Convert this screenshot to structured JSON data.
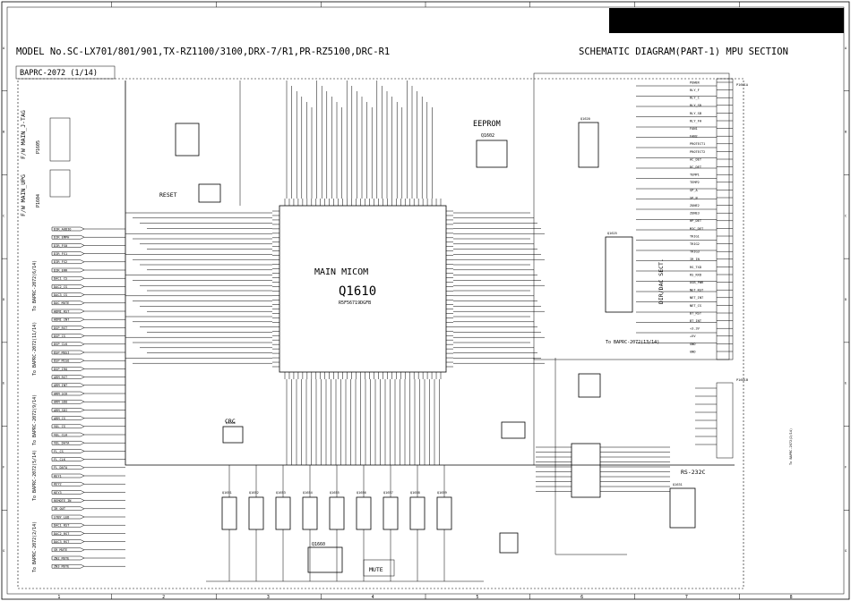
{
  "header": {
    "model": "MODEL No.SC-LX701/801/901,TX-RZ1100/3100,DRX-7/R1,PR-RZ5100,DRC-R1",
    "section": "SCHEMATIC DIAGRAM(PART-1) MPU SECTION",
    "sheet_label": "BAPRC-2072 (1/14)"
  },
  "grid": {
    "columns": [
      "1",
      "2",
      "3",
      "4",
      "5",
      "6",
      "7",
      "8"
    ],
    "rows": [
      "A",
      "B",
      "C",
      "D",
      "E",
      "F",
      "G"
    ]
  },
  "blocks": {
    "main_micom": "MAIN MICOM",
    "main_micom_ref": "Q1610",
    "main_micom_part": "R5F56719DGFB",
    "eeprom": "EEPROM",
    "eeprom_ref": "Q1602",
    "reset": "RESET",
    "crc": "CRC",
    "mute": "MUTE",
    "dir_dac_sect": "DIR/DAC SECT.",
    "rs232c": "RS-232C"
  },
  "connectors": {
    "fw_main_jtag": "F/W MAIN_J-TAG",
    "jtag_ref": "P1605",
    "fw_main_upg": "F/W MAIN_UPG",
    "upg_ref": "P1604",
    "to_baprc_6": "To BAPRC-2072(6/14)",
    "to_baprc_11": "To BAPRC-2072(11/14)",
    "to_baprc_9": "To BAPRC-2072(9/14)",
    "to_baprc_5": "To BAPRC-2072(5/14)",
    "to_baprc_2": "To BAPRC-2072(2/14)",
    "to_baprc_13": "To BAPRC-2072(13/14)",
    "to_baprc_2_right": "To BAPRC-2072(2/14)",
    "right_header_ref": "P1601A",
    "right_header_ref2": "P1601B"
  },
  "left_signals": [
    "DIR_AUDIO",
    "DIR_EMPH",
    "DIR_FS0",
    "DIR_FS1",
    "DIR_FS2",
    "DIR_ERR",
    "DAC1_CS",
    "DAC2_CS",
    "DAC3_CS",
    "DAC_MUTE",
    "HDMI_RST",
    "HDMI_INT",
    "DSP_RST",
    "DSP_CS",
    "DSP_CLK",
    "DSP_MOSI",
    "DSP_MISO",
    "DSP_IRQ",
    "ARM_RST",
    "ARM_INT",
    "ARM_SCK",
    "ARM_SDO",
    "ARM_SDI",
    "ARM_CS",
    "VOL_CS",
    "VOL_CLK",
    "VOL_DATA",
    "FL_CS",
    "FL_CLK",
    "FL_DATA",
    "KEY1",
    "KEY2",
    "KEY3",
    "REMOTE_IN",
    "IR_OUT",
    "STBY_LED",
    "DAC1_RST",
    "DAC2_RST",
    "DAC3_RST",
    "SR_MUTE",
    "ZN2_MUTE",
    "ZN3_MUTE"
  ],
  "right_pins": [
    "POWER",
    "RLY_F",
    "RLY_C",
    "RLY_SR",
    "RLY_SB",
    "RLY_FH",
    "FAN1",
    "FAN2",
    "PROTECT1",
    "PROTECT2",
    "AC_DET",
    "DC_DET",
    "TEMP1",
    "TEMP2",
    "SP_A",
    "SP_B",
    "ZONE2",
    "ZONE3",
    "HP_DET",
    "MIC_DET",
    "TRIG1",
    "TRIG2",
    "TRIG3",
    "IR_IN",
    "RS_TXD",
    "RS_RXD",
    "USB_PWR",
    "NET_RST",
    "NET_INT",
    "NET_CS",
    "BT_RST",
    "BT_INT",
    "+3.3V",
    "+5V",
    "GND",
    "GND"
  ],
  "bottom_ics": [
    "Q1651",
    "Q1652",
    "Q1653",
    "Q1654",
    "Q1655",
    "Q1656",
    "Q1657",
    "Q1658",
    "Q1659"
  ],
  "mute_ic": "Q1660",
  "crc_ic": "Q1606",
  "rs232_ic": "Q1631",
  "level_shift_ic": "Q1620",
  "dir_buffer_ic": "Q1625",
  "colors": {
    "ink": "#000000",
    "paper": "#ffffff",
    "header_bar": "#000000"
  }
}
